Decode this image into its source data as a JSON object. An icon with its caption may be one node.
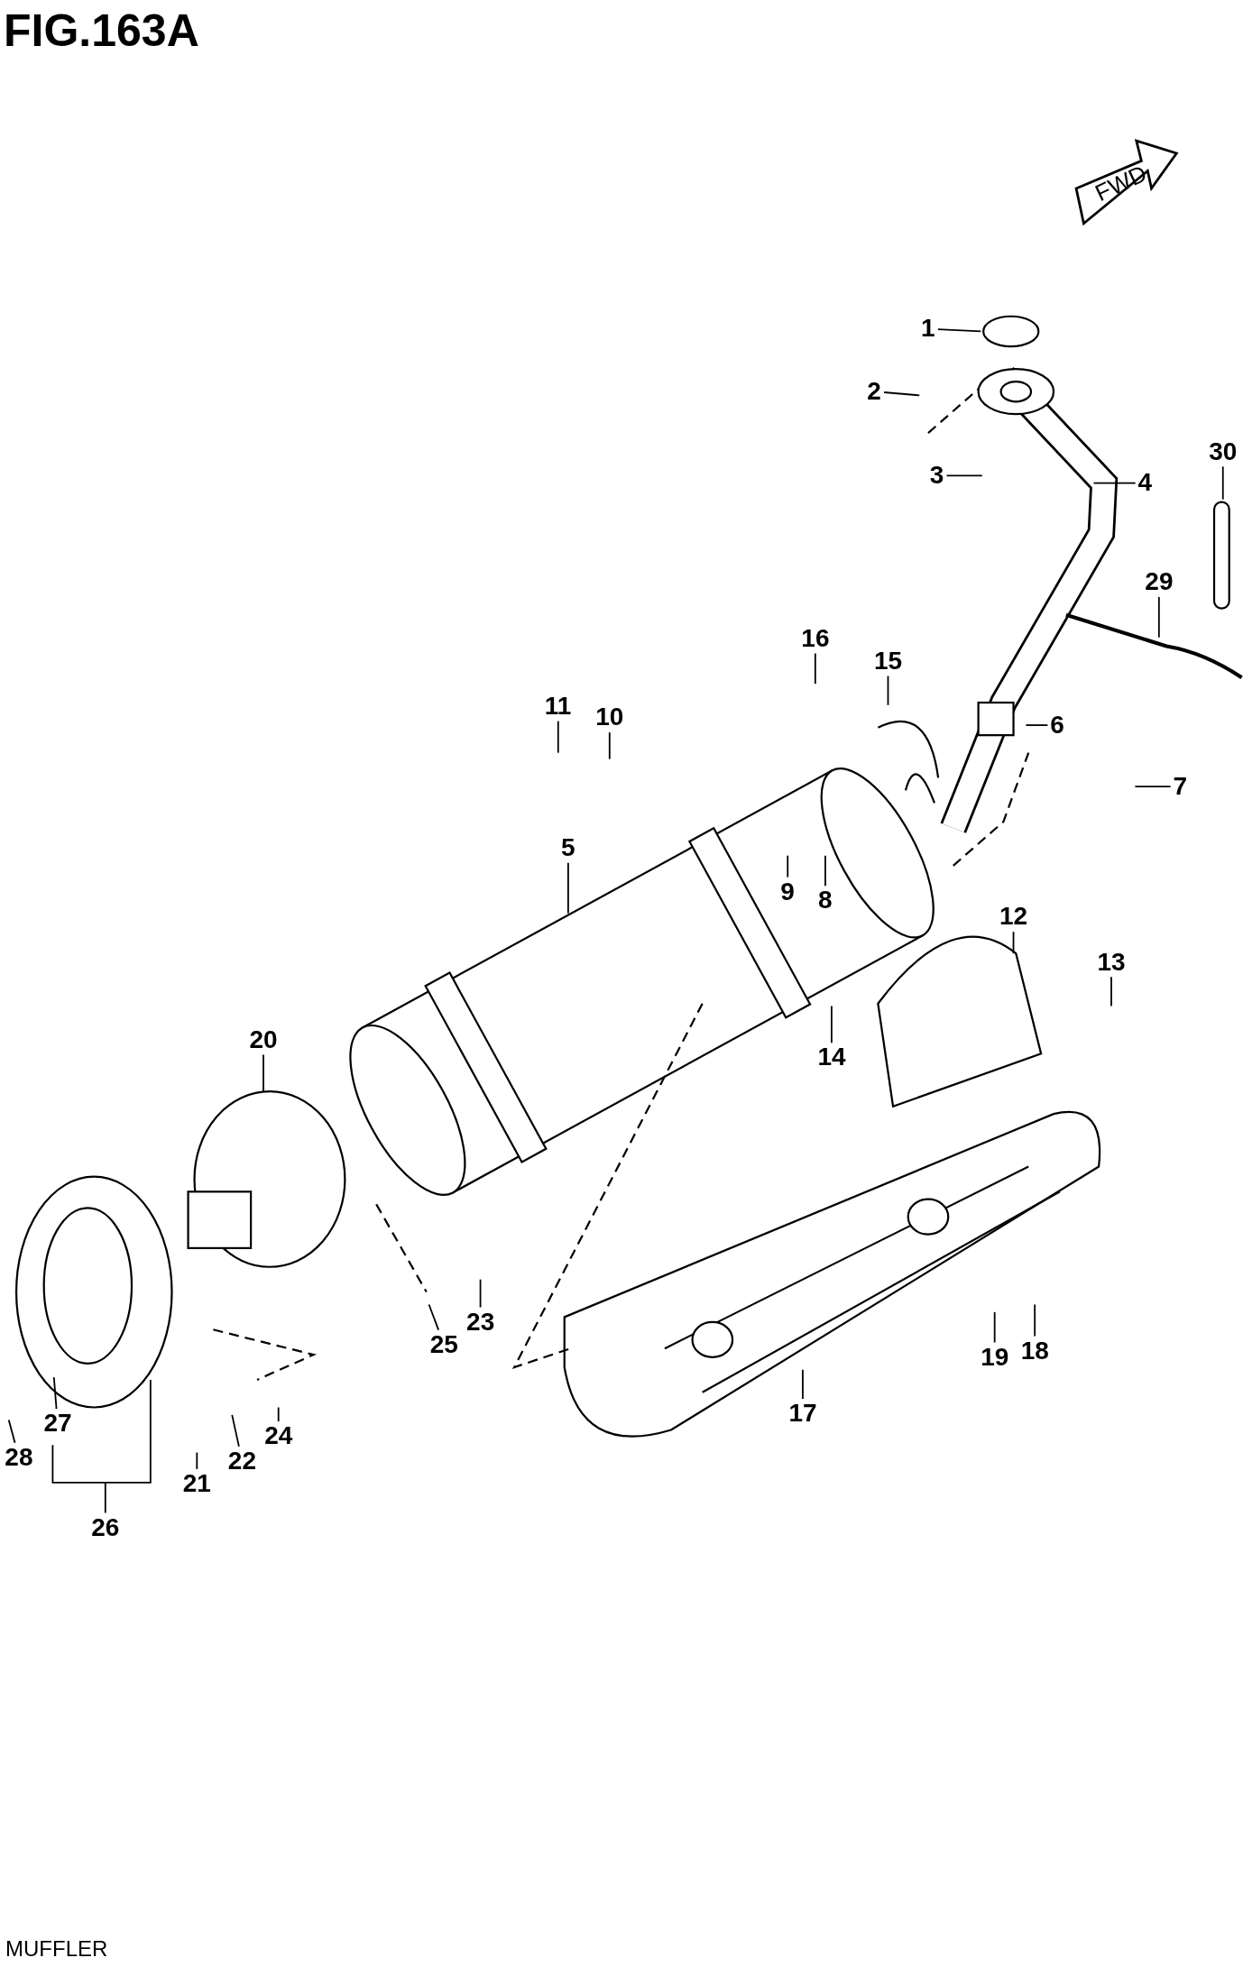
{
  "diagram": {
    "title": "FIG.163A",
    "caption": "MUFFLER",
    "nodes": [
      {
        "text": [
          "1"
        ]
      },
      {
        "text": [
          "2"
        ]
      },
      {
        "text": [
          "3"
        ]
      },
      {
        "text": [
          "4"
        ]
      },
      {
        "text": [
          "5"
        ]
      },
      {
        "text": [
          "6"
        ]
      },
      {
        "text": [
          "7"
        ]
      },
      {
        "text": [
          "8"
        ]
      },
      {
        "text": [
          "9"
        ]
      },
      {
        "text": [
          "10"
        ]
      },
      {
        "text": [
          "11"
        ]
      },
      {
        "text": [
          "12"
        ]
      },
      {
        "text": [
          "13"
        ]
      },
      {
        "text": [
          "14"
        ]
      },
      {
        "text": [
          "15"
        ]
      },
      {
        "text": [
          "16"
        ]
      },
      {
        "text": [
          "17"
        ]
      },
      {
        "text": [
          "18"
        ]
      },
      {
        "text": [
          "19"
        ]
      },
      {
        "text": [
          "20"
        ]
      },
      {
        "text": [
          "21"
        ]
      },
      {
        "text": [
          "22"
        ]
      },
      {
        "text": [
          "23"
        ]
      },
      {
        "text": [
          "24"
        ]
      },
      {
        "text": [
          "25"
        ]
      },
      {
        "text": [
          "26"
        ]
      },
      {
        "text": [
          "27"
        ]
      },
      {
        "text": [
          "28"
        ]
      },
      {
        "text": [
          "29"
        ]
      },
      {
        "text": [
          "30"
        ]
      }
    ],
    "edges": [
      {
        "from": 0,
        "to": null,
        "arrow": "none"
      },
      {
        "from": 1,
        "to": null,
        "arrow": "none"
      },
      {
        "from": 2,
        "to": null,
        "arrow": "none"
      },
      {
        "from": 3,
        "to": null,
        "arrow": "none"
      },
      {
        "from": 4,
        "to": null,
        "arrow": "none"
      },
      {
        "from": 5,
        "to": null,
        "arrow": "none"
      },
      {
        "from": 6,
        "to": null,
        "arrow": "none"
      },
      {
        "from": 7,
        "to": null,
        "arrow": "none"
      },
      {
        "from": 8,
        "to": null,
        "arrow": "none"
      },
      {
        "from": 9,
        "to": null,
        "arrow": "none"
      },
      {
        "from": 10,
        "to": null,
        "arrow": "none"
      },
      {
        "from": 11,
        "to": null,
        "arrow": "none"
      },
      {
        "from": 12,
        "to": null,
        "arrow": "none"
      },
      {
        "from": 13,
        "to": null,
        "arrow": "none"
      },
      {
        "from": 14,
        "to": null,
        "arrow": "none"
      },
      {
        "from": 15,
        "to": null,
        "arrow": "none"
      },
      {
        "from": 16,
        "to": null,
        "arrow": "none"
      },
      {
        "from": 17,
        "to": null,
        "arrow": "none"
      },
      {
        "from": 18,
        "to": null,
        "arrow": "none"
      },
      {
        "from": 19,
        "to": null,
        "arrow": "none"
      },
      {
        "from": 20,
        "to": null,
        "arrow": "none"
      },
      {
        "from": 21,
        "to": null,
        "arrow": "none"
      },
      {
        "from": 22,
        "to": null,
        "arrow": "none"
      },
      {
        "from": 23,
        "to": null,
        "arrow": "none"
      },
      {
        "from": 24,
        "to": null,
        "arrow": "none"
      },
      {
        "from": 25,
        "to": null,
        "arrow": "none"
      },
      {
        "from": 26,
        "to": null,
        "arrow": "none"
      },
      {
        "from": 27,
        "to": null,
        "arrow": "none"
      },
      {
        "from": 28,
        "to": null,
        "arrow": "none"
      },
      {
        "from": 29,
        "to": null,
        "arrow": "none"
      }
    ],
    "labels": [
      "FWD"
    ]
  }
}
